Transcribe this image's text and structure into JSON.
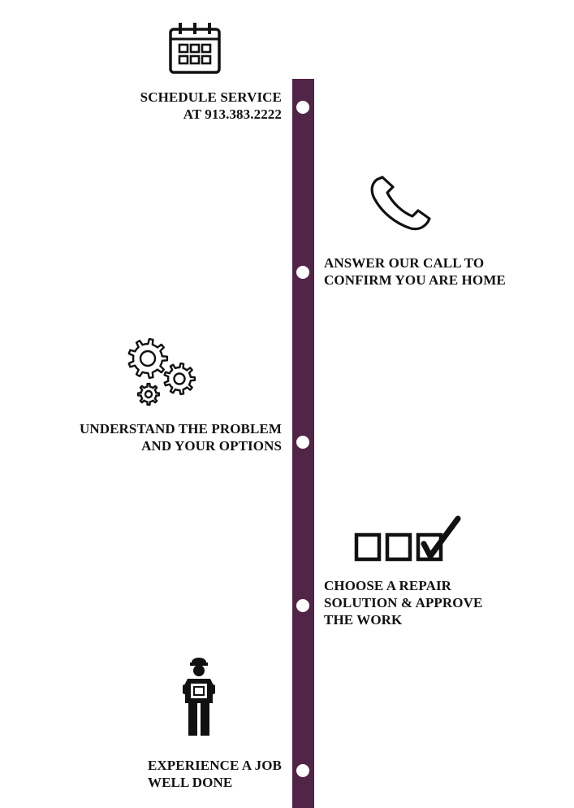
{
  "colors": {
    "timeline": "#512547",
    "dot": "#ffffff",
    "text": "#111111",
    "icon": "#111111"
  },
  "steps": [
    {
      "icon": "calendar-icon",
      "lines": [
        "SCHEDULE SERVICE",
        "AT 913.383.2222"
      ]
    },
    {
      "icon": "phone-icon",
      "lines": [
        "ANSWER OUR CALL TO",
        "CONFIRM YOU ARE HOME"
      ]
    },
    {
      "icon": "gears-icon",
      "lines": [
        "UNDERSTAND THE PROBLEM",
        "AND YOUR OPTIONS"
      ]
    },
    {
      "icon": "checkboxes-icon",
      "lines": [
        "CHOOSE A REPAIR",
        "SOLUTION & APPROVE",
        "THE WORK"
      ]
    },
    {
      "icon": "technician-icon",
      "lines": [
        "EXPERIENCE A JOB",
        "WELL DONE"
      ]
    }
  ]
}
